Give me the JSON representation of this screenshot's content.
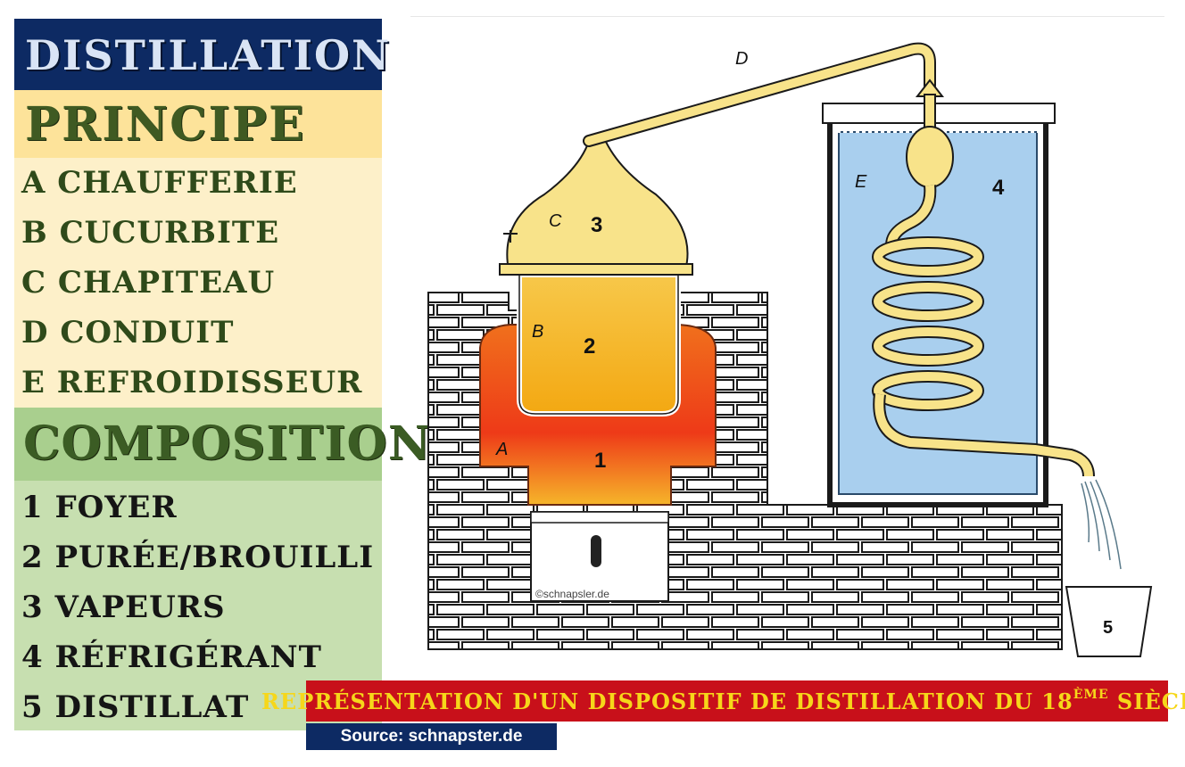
{
  "panel": {
    "title": "DISTILLATION",
    "principe": {
      "heading": "PRINCIPE",
      "items": [
        "A CHAUFFERIE",
        "B CUCURBITE",
        "C CHAPITEAU",
        "D CONDUIT",
        "E REFROIDISSEUR"
      ]
    },
    "composition": {
      "heading": "COMPOSITION",
      "items": [
        "1 FOYER",
        "2 PURÉE/BROUILLI",
        "3 VAPEURS",
        "4 RÉFRIGÉRANT",
        "5 DISTILLAT"
      ]
    }
  },
  "diagram": {
    "labels": {
      "A": "A",
      "B": "B",
      "C": "C",
      "D": "D",
      "E": "E",
      "n1": "1",
      "n2": "2",
      "n3": "3",
      "n4": "4",
      "n5": "5"
    },
    "watermark": "©schnapsler.de"
  },
  "caption": {
    "text_before": "REPRÉSENTATION D'UN DISPOSITIF DE DISTILLATION DU 18",
    "superscript": "ÈME",
    "text_after": " SIÈCLE"
  },
  "source": "Source: schnapster.de",
  "colors": {
    "title_bg": "#0d2a63",
    "principe_head_bg": "#fde39a",
    "principe_list_bg": "#fdf0c9",
    "composition_head_bg": "#a9cf8e",
    "composition_list_bg": "#c7dfb0",
    "caption_bg": "#c8101a",
    "caption_text": "#f6d71a",
    "water": "#a9cfee",
    "fire": "#f04a18",
    "mash": "#f6b318",
    "vapour": "#f8e38a"
  }
}
